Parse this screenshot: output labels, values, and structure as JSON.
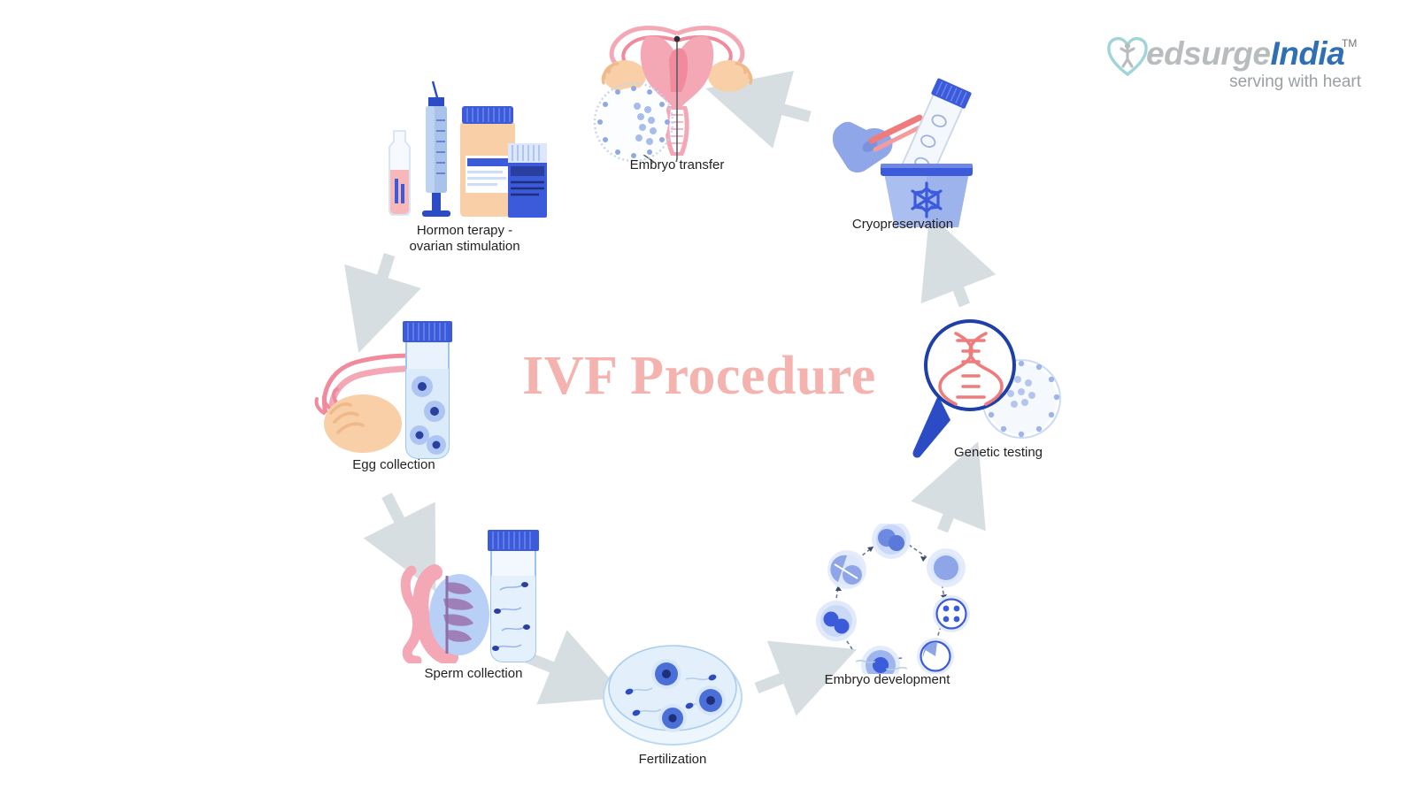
{
  "title": "IVF Procedure",
  "logo": {
    "part1": "M",
    "part2": "edsurge",
    "part3": "India",
    "trademark": "TM",
    "tagline": "serving with heart",
    "colors": {
      "teal": "#9fd5d8",
      "grey": "#b9bcbe",
      "blue": "#2f6fb5"
    }
  },
  "theme": {
    "title_color": "#f4b3ae",
    "label_color": "#231f20",
    "arrow_color": "#d7dee2",
    "blue": "#4a63d8",
    "light_blue": "#a8bdf0",
    "pale_blue": "#dce7fb",
    "pink": "#f2a0ae",
    "deep_pink": "#ef8fa0",
    "skin": "#f7cfad"
  },
  "diagram": {
    "type": "cycle",
    "step_count": 8,
    "steps": [
      {
        "id": "embryo-transfer",
        "label": "Embryo transfer",
        "order": 8,
        "icon": "uterus-catheter-icon"
      },
      {
        "id": "cryopreservation",
        "label": "Cryopreservation",
        "order": 7,
        "icon": "cryo-tank-icon"
      },
      {
        "id": "genetic-testing",
        "label": "Genetic testing",
        "order": 6,
        "icon": "dna-magnifier-icon"
      },
      {
        "id": "embryo-development",
        "label": "Embryo development",
        "order": 5,
        "icon": "cell-division-icon"
      },
      {
        "id": "fertilization",
        "label": "Fertilization",
        "order": 4,
        "icon": "petri-dish-icon"
      },
      {
        "id": "sperm-collection",
        "label": "Sperm collection",
        "order": 3,
        "icon": "testis-tube-icon"
      },
      {
        "id": "egg-collection",
        "label": "Egg collection",
        "order": 2,
        "icon": "ovary-tube-icon"
      },
      {
        "id": "hormone-therapy",
        "label": "Hormon terapy -\novarian stimulation",
        "order": 1,
        "icon": "syringe-medication-icon"
      }
    ],
    "arrows": [
      {
        "from": "hormone-therapy",
        "to": "egg-collection"
      },
      {
        "from": "egg-collection",
        "to": "sperm-collection"
      },
      {
        "from": "sperm-collection",
        "to": "fertilization"
      },
      {
        "from": "fertilization",
        "to": "embryo-development"
      },
      {
        "from": "embryo-development",
        "to": "genetic-testing"
      },
      {
        "from": "genetic-testing",
        "to": "cryopreservation"
      },
      {
        "from": "cryopreservation",
        "to": "embryo-transfer"
      }
    ]
  }
}
